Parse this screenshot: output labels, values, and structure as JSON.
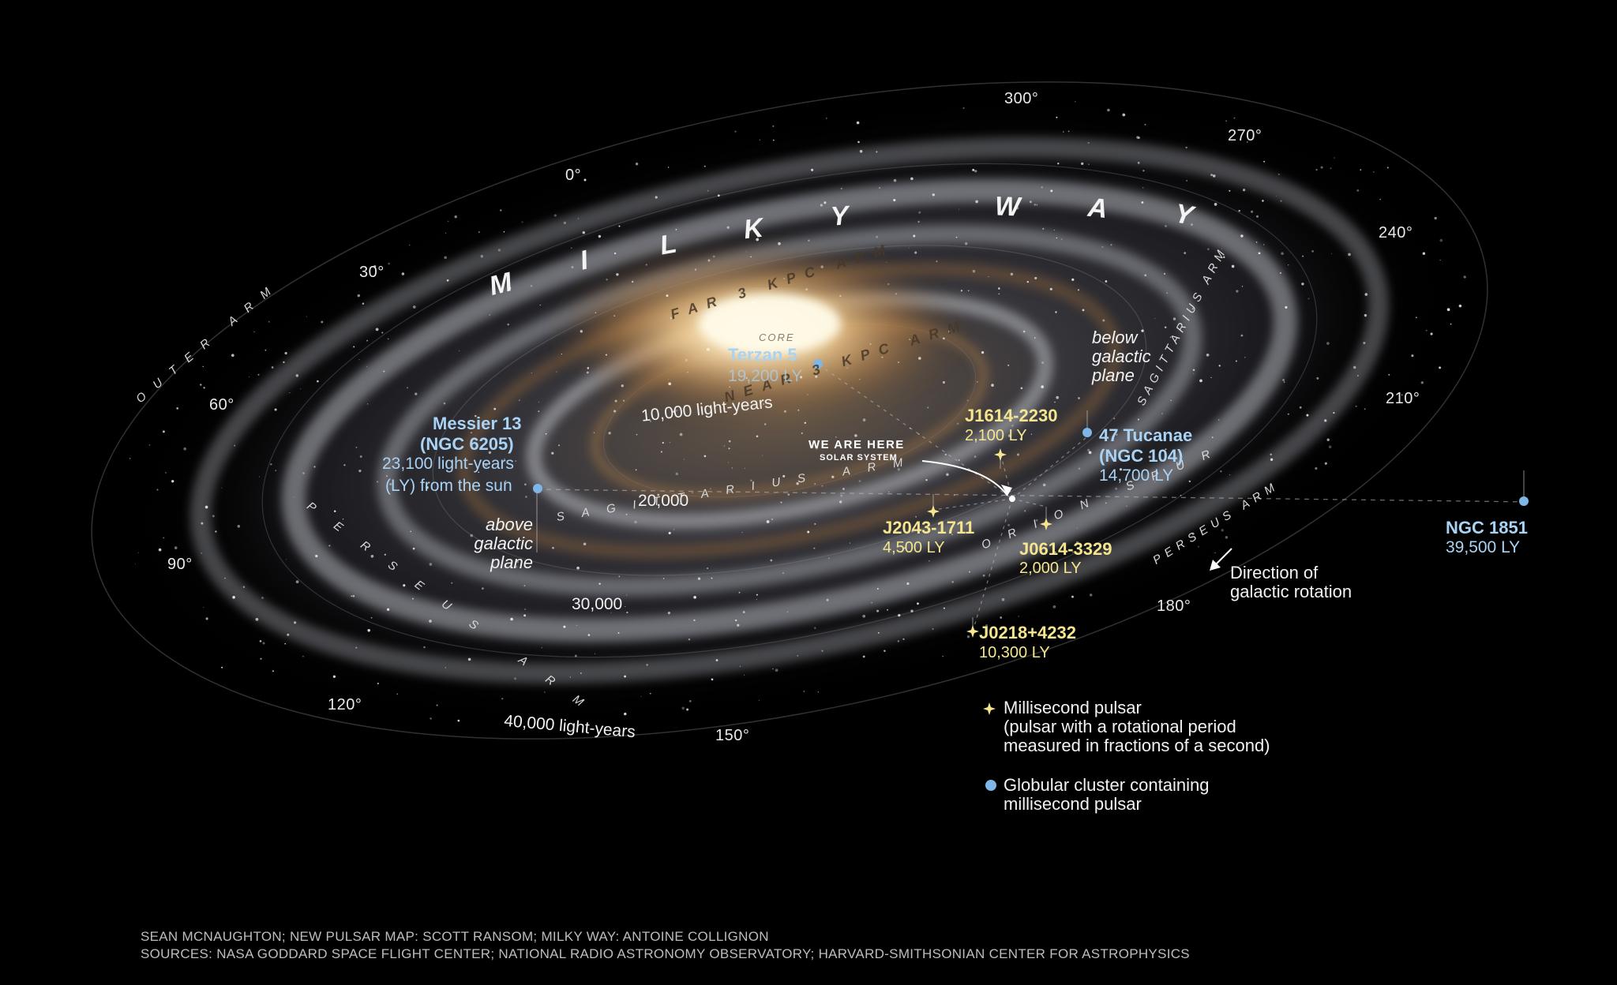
{
  "title_letters": [
    "M",
    "I",
    "L",
    "K",
    "Y",
    "W",
    "A",
    "Y"
  ],
  "degree_labels": [
    "0°",
    "30°",
    "60°",
    "90°",
    "120°",
    "150°",
    "180°",
    "210°",
    "240°",
    "270°",
    "300°"
  ],
  "distance_labels": [
    "10,000 light-years",
    "20,000",
    "30,000",
    "40,000 light-years"
  ],
  "arms": {
    "outer_arm": "OUTER ARM",
    "perseus_arm_left": "PERSEUS ARM",
    "sagittarius_arm_near": "SAGITTARIUS ARM",
    "sagittarius_arm_right": "SAGITTARIUS ARM",
    "orion_spur": "ORION SPUR",
    "perseus_arm_right": "PERSEUS ARM",
    "far_3kpc": "FAR 3 KPC ARM",
    "near_3kpc": "NEAR 3 KPC ARM",
    "core": "CORE"
  },
  "markers": {
    "we_are_here": "WE ARE HERE",
    "solar_system": "SOLAR SYSTEM",
    "above_plane": [
      "above",
      "galactic",
      "plane"
    ],
    "below_plane": [
      "below",
      "galactic",
      "plane"
    ]
  },
  "globular_clusters": {
    "terzan5": {
      "name": "Terzan 5",
      "distance": "19,200 LY"
    },
    "messier13": {
      "name_line1": "Messier 13",
      "name_line2": "(NGC 6205)",
      "line3": "23,100 light-years",
      "line4": "(LY) from the sun"
    },
    "tucanae47": {
      "name_line1": "47 Tucanae",
      "name_line2": "(NGC 104)",
      "distance": "14,700 LY"
    },
    "ngc1851": {
      "name": "NGC 1851",
      "distance": "39,500 LY"
    }
  },
  "pulsars": {
    "j1614": {
      "name": "J1614-2230",
      "distance": "2,100 LY"
    },
    "j2043": {
      "name": "J2043-1711",
      "distance": "4,500 LY"
    },
    "j0614": {
      "name": "J0614-3329",
      "distance": "2,000 LY"
    },
    "j0218": {
      "name": "J0218+4232",
      "distance": "10,300 LY"
    }
  },
  "rotation": {
    "line1": "Direction of",
    "line2": "galactic rotation"
  },
  "legend": {
    "msp_line1": "Millisecond pulsar",
    "msp_line2": "(pulsar with a rotational period",
    "msp_line3": "measured in fractions of a second)",
    "gc_line1": "Globular cluster containing",
    "gc_line2": "millisecond pulsar"
  },
  "credits": {
    "line1": "SEAN MCNAUGHTON; NEW PULSAR MAP: SCOTT RANSOM; MILKY WAY: ANTOINE COLLIGNON",
    "line2": "SOURCES: NASA GODDARD SPACE FLIGHT CENTER; NATIONAL RADIO ASTRONOMY OBSERVATORY; HARVARD-SMITHSONIAN CENTER FOR ASTROPHYSICS"
  },
  "colors": {
    "background": "#000000",
    "globular_blue": "#a9d3f5",
    "pulsar_yellow": "#f4e58e",
    "core_glow": "#fff6d8",
    "arm_dust": "#8a6a45"
  },
  "icons": {
    "pulsar": "four-point-star-icon",
    "cluster": "sphere-dot-icon",
    "rotation": "arrow-icon"
  }
}
